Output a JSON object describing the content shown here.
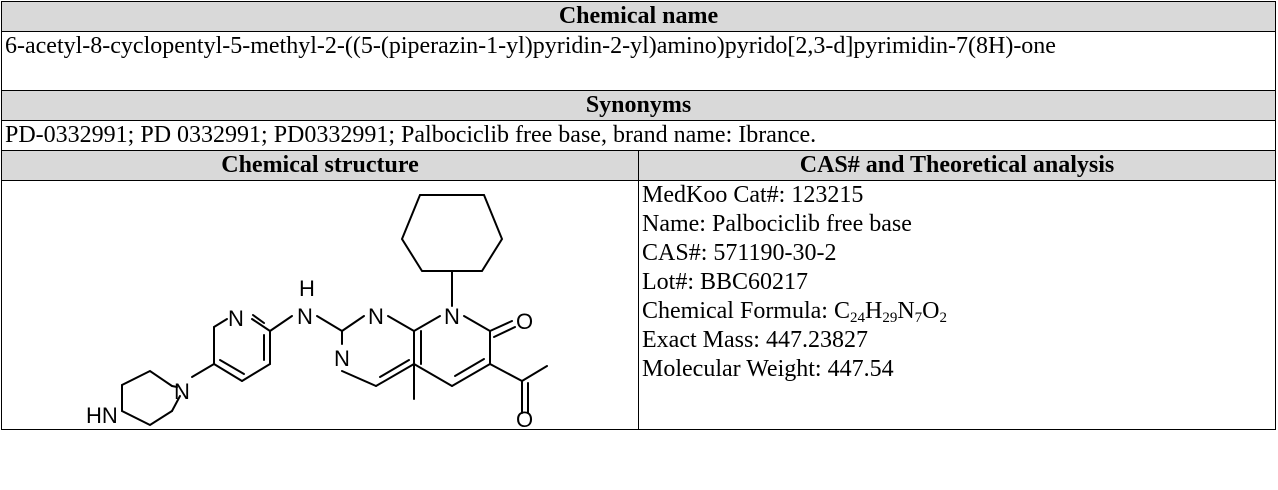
{
  "chemical_name": {
    "header": "Chemical name",
    "value": "6-acetyl-8-cyclopentyl-5-methyl-2-((5-(piperazin-1-yl)pyridin-2-yl)amino)pyrido[2,3-d]pyrimidin-7(8H)-one"
  },
  "synonyms": {
    "header": "Synonyms",
    "value": "PD-0332991; PD 0332991; PD0332991; Palbociclib free base, brand name: Ibrance."
  },
  "structure": {
    "header": "Chemical structure",
    "atoms": {
      "n1": "N",
      "nh_h": "H",
      "nh_n": "N",
      "n3": "N",
      "n4": "N",
      "n5": "N",
      "o1": "O",
      "n6": "N",
      "hn": "HN",
      "o2": "O"
    }
  },
  "analysis": {
    "header": "CAS# and Theoretical analysis",
    "cat": "MedKoo Cat#: 123215",
    "name": "Name: Palbociclib free base",
    "cas": "CAS#: 571190-30-2",
    "lot": "Lot#: BBC60217",
    "formula_label": "Chemical Formula: ",
    "formula": {
      "c": "C",
      "c_n": "24",
      "h": "H",
      "h_n": "29",
      "n": "N",
      "n_n": "7",
      "o": "O",
      "o_n": "2"
    },
    "exact_mass": "Exact Mass: 447.23827",
    "mw": "Molecular Weight: 447.54"
  }
}
